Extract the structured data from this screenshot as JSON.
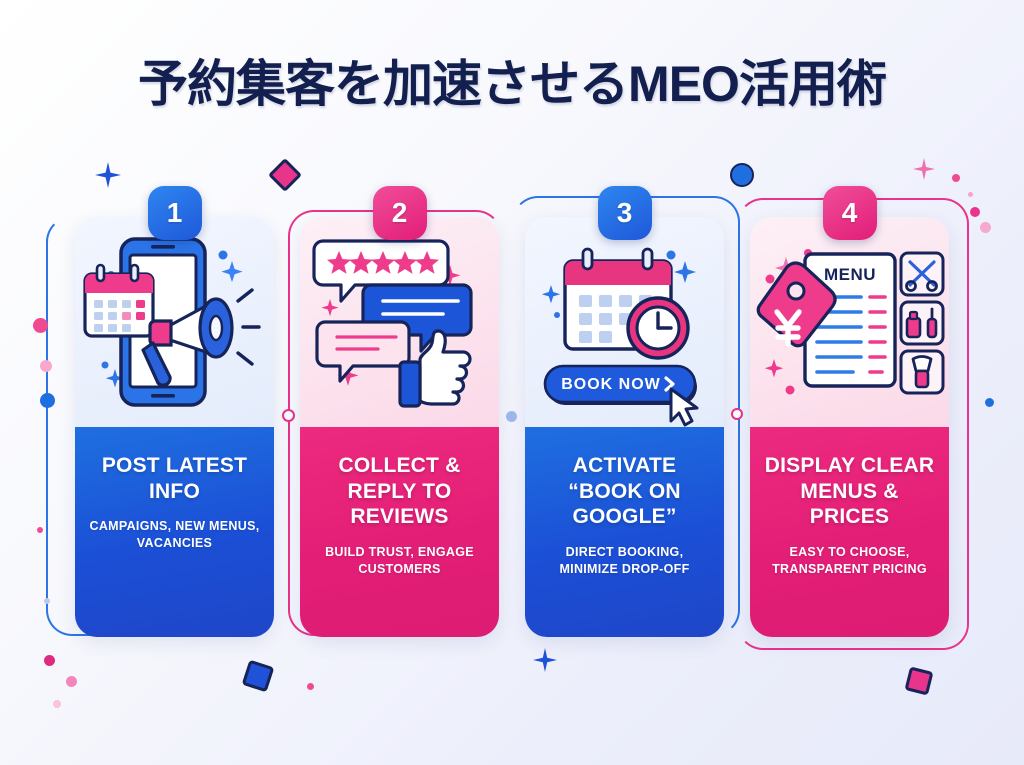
{
  "page": {
    "title": "予約集客を加速させるMEO活用術",
    "background_start": "#ffffff",
    "background_end": "#e7eaf9",
    "title_color": "#13204f"
  },
  "theme": {
    "blue": "#1f52d8",
    "blue_light": "#2e86ef",
    "pink": "#e31e76",
    "pink_light": "#f04e99",
    "navy": "#13204f"
  },
  "cards": [
    {
      "number": "1",
      "accent": "blue",
      "headline": "POST LATEST INFO",
      "subtitle": "CAMPAIGNS, NEW MENUS, VACANCIES",
      "illustration": "phone-calendar-megaphone"
    },
    {
      "number": "2",
      "accent": "pink",
      "headline": "COLLECT & REPLY TO REVIEWS",
      "subtitle": "BUILD TRUST, ENGAGE CUSTOMERS",
      "illustration": "review-bubbles-stars-thumbsup"
    },
    {
      "number": "3",
      "accent": "blue",
      "headline": "ACTIVATE “BOOK ON GOOGLE”",
      "subtitle": "DIRECT BOOKING, MINIMIZE DROP-OFF",
      "illustration": "calendar-clock-book-now-button",
      "button_label": "BOOK NOW"
    },
    {
      "number": "4",
      "accent": "pink",
      "headline": "DISPLAY CLEAR MENUS & PRICES",
      "subtitle": "EASY TO CHOOSE, TRANSPARENT PRICING",
      "illustration": "menu-sheet-yen-tag-salon-icons",
      "menu_label": "MENU"
    }
  ]
}
